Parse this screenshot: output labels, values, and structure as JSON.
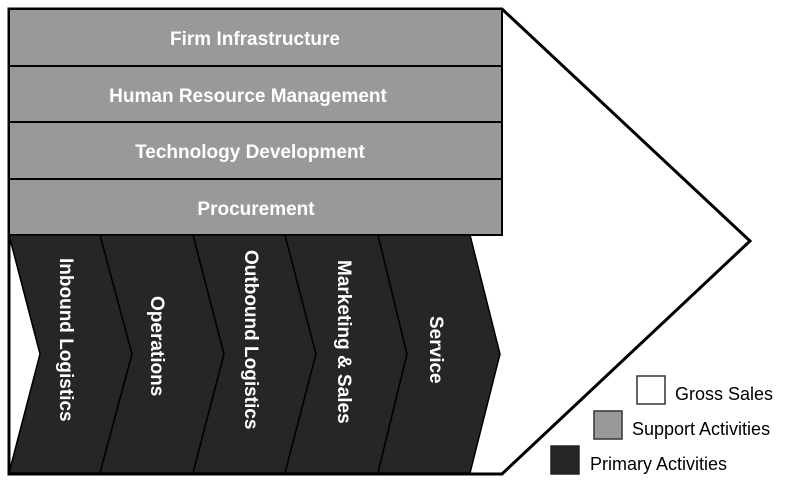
{
  "support_activities": [
    {
      "label": "Firm Infrastructure"
    },
    {
      "label": "Human Resource Management"
    },
    {
      "label": "Technology Development"
    },
    {
      "label": "Procurement"
    }
  ],
  "primary_activities": [
    {
      "label": "Inbound Logistics"
    },
    {
      "label": "Operations"
    },
    {
      "label": "Outbound Logistics"
    },
    {
      "label": "Marketing & Sales"
    },
    {
      "label": "Service"
    }
  ],
  "legend": [
    {
      "label": "Gross Sales",
      "color": "#ffffff"
    },
    {
      "label": "Support Activities",
      "color": "#999999"
    },
    {
      "label": "Primary Activities",
      "color": "#262626"
    }
  ],
  "colors": {
    "support": "#999999",
    "primary": "#262626",
    "margin": "#ffffff"
  }
}
